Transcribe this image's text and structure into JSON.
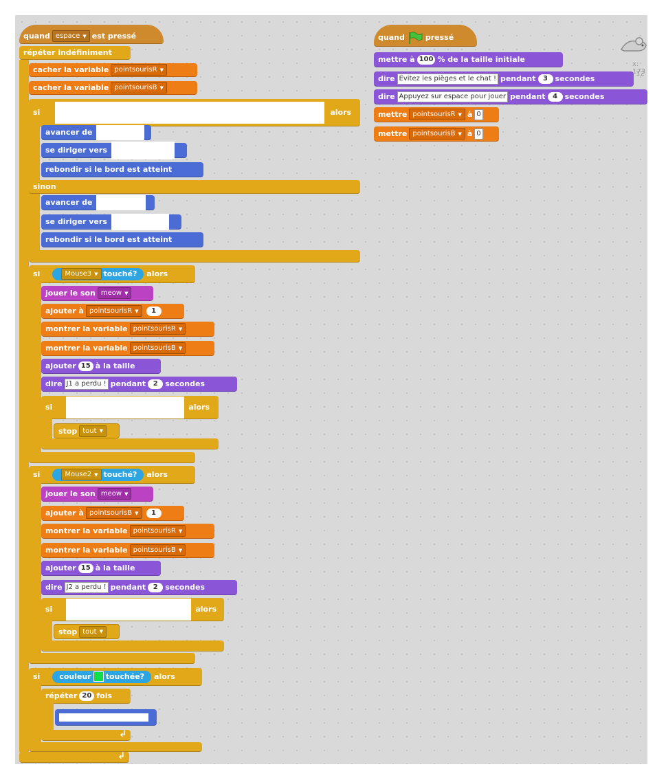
{
  "script1": {
    "hat": {
      "label_before": "quand",
      "key": "espace",
      "label_after": "est pressé"
    },
    "forever": "répéter indéfiniment",
    "hide_var_label": "cacher la variable",
    "var_r": "pointsourisR",
    "var_b": "pointsourisB",
    "if_label": "si",
    "then_label": "alors",
    "else_label": "sinon",
    "move_label": "avancer de",
    "point_towards_label": "se diriger vers",
    "bounce_label": "rebondir si le bord est atteint",
    "touching_sprite_1": "Mouse3",
    "touching_sprite_2": "Mouse2",
    "touching_label": "touché?",
    "play_sound_label": "jouer le son",
    "sound_name": "meow",
    "change_var_label": "ajouter à",
    "change_var_value": "1",
    "show_var_label": "montrer la variable",
    "change_size_label_before": "ajouter",
    "change_size_value": "15",
    "change_size_label_after": "à la taille",
    "say_label": "dire",
    "say_text_1": "J1 a perdu !",
    "say_text_2": "J2 a perdu !",
    "during_label": "pendant",
    "say_secs": "2",
    "seconds_label": "secondes",
    "stop_label": "stop",
    "stop_option": "tout",
    "color_label": "couleur",
    "color_touched_label": "touchée?",
    "repeat_label": "répéter",
    "repeat_count": "20",
    "times_label": "fois",
    "loop_arrow": "↲"
  },
  "script2": {
    "hat_label_before": "quand",
    "hat_label_after": "pressé",
    "set_size_label": "mettre à",
    "set_size_value": "100",
    "set_size_after": "% de la taille initiale",
    "say_label": "dire",
    "say_text_1": "Evitez les pièges et le chat !",
    "say_secs_1": "3",
    "say_text_2": "Appuyez sur espace pour jouer",
    "say_secs_2": "4",
    "during_label": "pendant",
    "seconds_label": "secondes",
    "set_var_label": "mettre",
    "set_to_label": "à",
    "var_r": "pointsourisR",
    "var_b": "pointsourisB",
    "var_value": "0"
  },
  "stage_info": {
    "x_readout": "x: 173",
    "y_readout_fragment": "12"
  },
  "colors": {
    "events": "#d08a2e",
    "control": "#e1a91a",
    "variables": "#ee7d16",
    "motion": "#4a6cd4",
    "looks": "#8a55d7",
    "sound": "#bb42c3",
    "sensing": "#2ca5e2"
  },
  "icons": [
    "green-flag-icon",
    "sprite-thumbnail-icon",
    "dropdown-arrow-icon",
    "loop-arrow-icon"
  ]
}
